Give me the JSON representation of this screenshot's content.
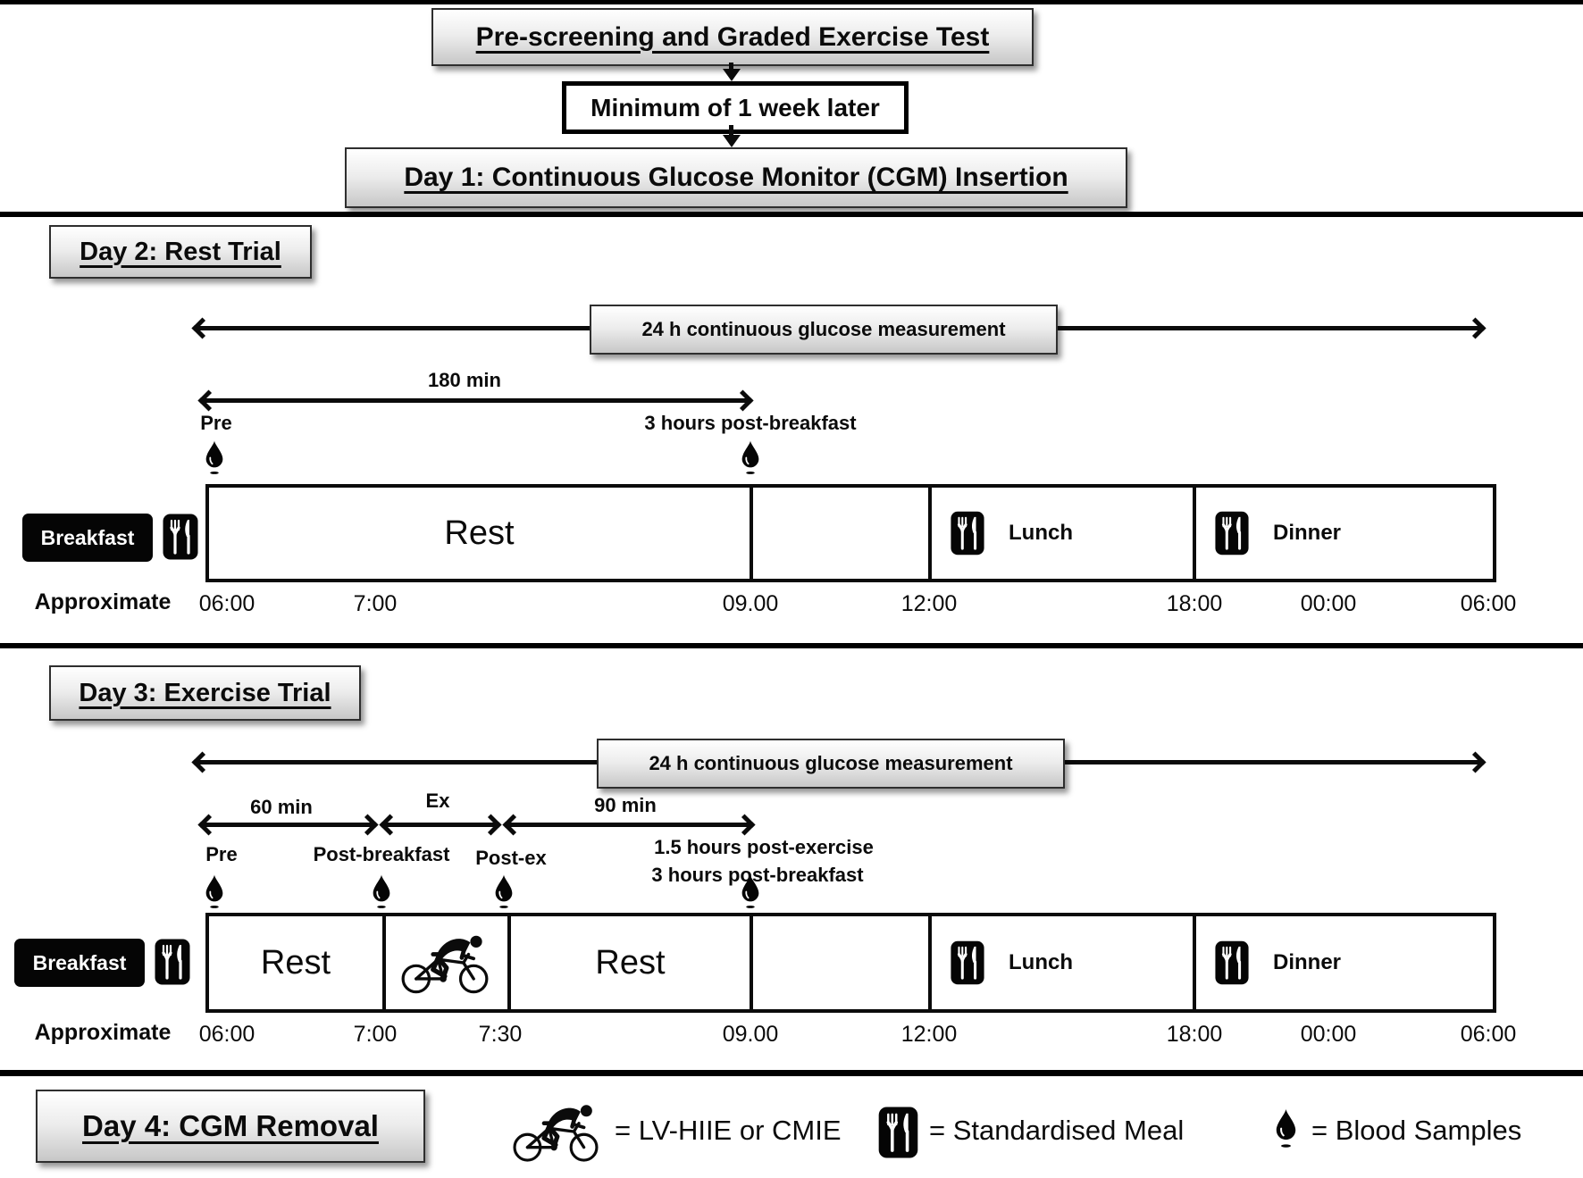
{
  "colors": {
    "ink": "#0b0b0b",
    "box_border": "#2e2e2e",
    "box_gradient_top": "#ffffff",
    "box_gradient_bottom": "#c7c7c7"
  },
  "icons": {
    "meal": "meal-icon",
    "blood": "blood-drop-icon",
    "cyclist": "cyclist-icon"
  },
  "flowchart": {
    "prescreening_label": "Pre-screening and Graded Exercise Test",
    "interval_label": "Minimum of 1 week later",
    "day1_label": "Day 1: Continuous Glucose Monitor (CGM) Insertion"
  },
  "day2": {
    "title": "Day 2: Rest Trial",
    "cgm_label": "24 h continuous glucose measurement",
    "duration_label": "180 min",
    "pre_label": "Pre",
    "post_breakfast_label": "3 hours post-breakfast",
    "breakfast_label": "Breakfast",
    "rest_label": "Rest",
    "lunch_label": "Lunch",
    "dinner_label": "Dinner",
    "axis_label": "Approximate",
    "times": [
      "06:00",
      "7:00",
      "09.00",
      "12:00",
      "18:00",
      "00:00",
      "06:00"
    ]
  },
  "day3": {
    "title": "Day 3: Exercise Trial",
    "cgm_label": "24 h continuous glucose measurement",
    "arrow_60_label": "60 min",
    "arrow_ex_label": "Ex",
    "arrow_90_label": "90 min",
    "pre_label": "Pre",
    "post_breakfast_label": "Post-breakfast",
    "post_ex_label": "Post-ex",
    "post_exercise_note_line1": "1.5 hours post-exercise",
    "post_exercise_note_line2": "3 hours post-breakfast",
    "breakfast_label": "Breakfast",
    "rest1_label": "Rest",
    "rest2_label": "Rest",
    "lunch_label": "Lunch",
    "dinner_label": "Dinner",
    "axis_label": "Approximate",
    "times": [
      "06:00",
      "7:00",
      "7:30",
      "09.00",
      "12:00",
      "18:00",
      "00:00",
      "06:00"
    ]
  },
  "day4": {
    "title": "Day 4: CGM Removal"
  },
  "legend": {
    "cyclist_label": "= LV-HIIE or CMIE",
    "meal_label": "= Standardised Meal",
    "blood_label": "= Blood Samples"
  }
}
